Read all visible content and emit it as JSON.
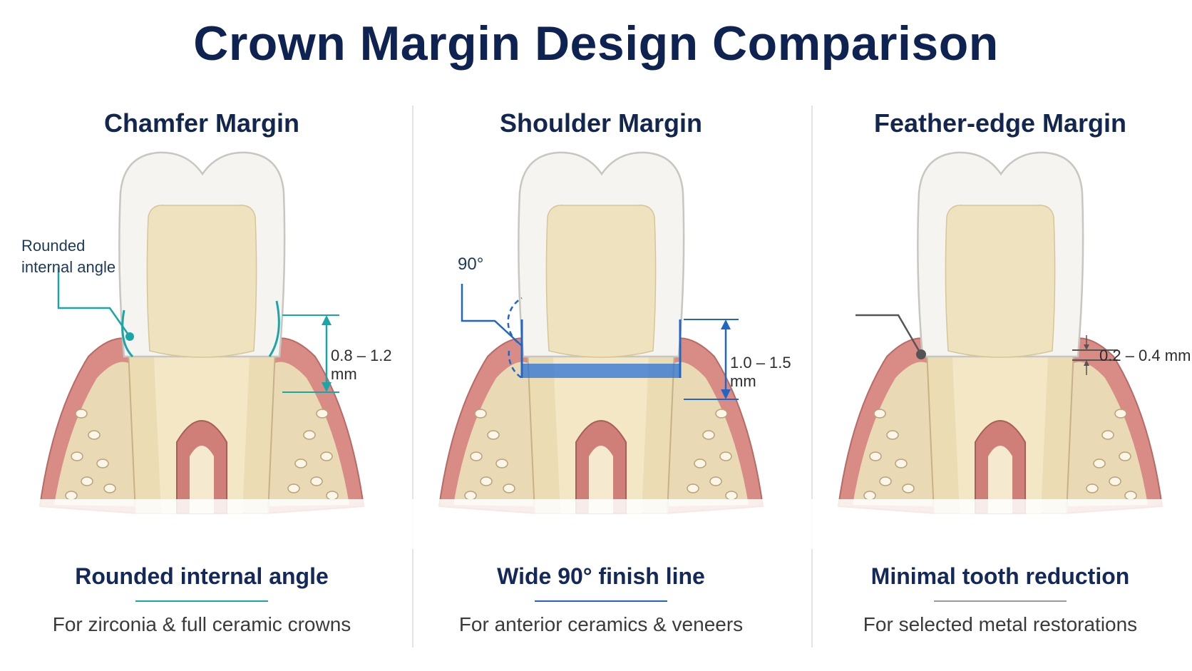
{
  "title": "Crown Margin Design Comparison",
  "panels": [
    {
      "name": "Chamfer Margin",
      "annotation": [
        "Rounded",
        "internal angle"
      ],
      "dimension": "0.8 – 1.2 mm",
      "summary": "Rounded internal angle",
      "description": "For zirconia & full ceramic crowns",
      "accent_color": "#1aa6a6"
    },
    {
      "name": "Shoulder Margin",
      "annotation": [
        "90°"
      ],
      "dimension": "1.0 – 1.5 mm",
      "summary": "Wide 90° finish line",
      "description": "For anterior ceramics & veneers",
      "accent_color": "#2266c4"
    },
    {
      "name": "Feather-edge Margin",
      "annotation": [],
      "dimension": "0.2 – 0.4 mm",
      "summary": "Minimal tooth reduction",
      "description": "For selected metal restorations",
      "accent_color": "#555555"
    }
  ],
  "icons": [
    "tooth-cross-section-icon"
  ]
}
